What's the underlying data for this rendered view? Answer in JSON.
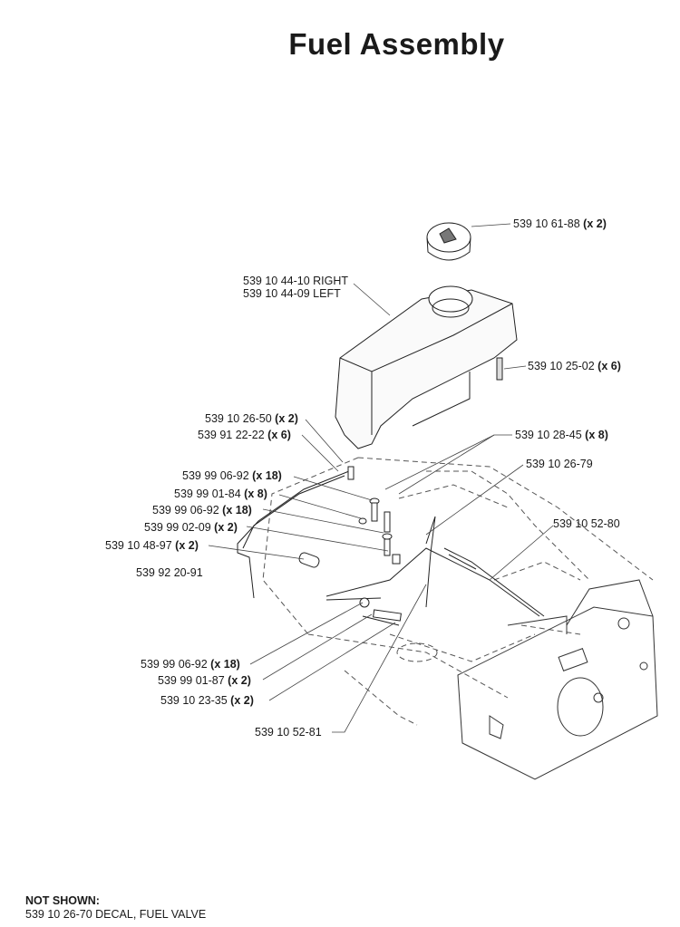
{
  "title": "Fuel Assembly",
  "labels": [
    {
      "id": "cap",
      "part": "539 10 61-88",
      "qty": "(x 2)"
    },
    {
      "id": "tank-right",
      "part": "539 10 44-10 RIGHT",
      "qty": ""
    },
    {
      "id": "tank-left",
      "part": "539 10 44-09 LEFT",
      "qty": ""
    },
    {
      "id": "stud",
      "part": "539 10 25-02",
      "qty": "(x 6)"
    },
    {
      "id": "clamp",
      "part": "539 10 26-50",
      "qty": "(x 2)"
    },
    {
      "id": "clip",
      "part": "539 91 22-22",
      "qty": "(x 6)"
    },
    {
      "id": "spacer",
      "part": "539 10 28-45",
      "qty": "(x 8)"
    },
    {
      "id": "bracket",
      "part": "539 10 26-79",
      "qty": ""
    },
    {
      "id": "washer-a",
      "part": "539 99 06-92",
      "qty": "(x 18)"
    },
    {
      "id": "nut-a",
      "part": "539 99 01-84",
      "qty": "(x 8)"
    },
    {
      "id": "washer-b",
      "part": "539 99 06-92",
      "qty": "(x 18)"
    },
    {
      "id": "bolt",
      "part": "539 99 02-09",
      "qty": "(x 2)"
    },
    {
      "id": "hose-clamp",
      "part": "539 10 48-97",
      "qty": "(x 2)"
    },
    {
      "id": "hose",
      "part": "539 92 20-91",
      "qty": ""
    },
    {
      "id": "line",
      "part": "539 10 52-80",
      "qty": ""
    },
    {
      "id": "washer-c",
      "part": "539 99 06-92",
      "qty": "(x 18)"
    },
    {
      "id": "nut-b",
      "part": "539 99 01-87",
      "qty": "(x 2)"
    },
    {
      "id": "screw",
      "part": "539 10 23-35",
      "qty": "(x 2)"
    },
    {
      "id": "rod",
      "part": "539 10 52-81",
      "qty": ""
    }
  ],
  "not_shown": {
    "heading": "NOT SHOWN:",
    "items": [
      "539 10 26-70  DECAL, FUEL VALVE"
    ]
  }
}
